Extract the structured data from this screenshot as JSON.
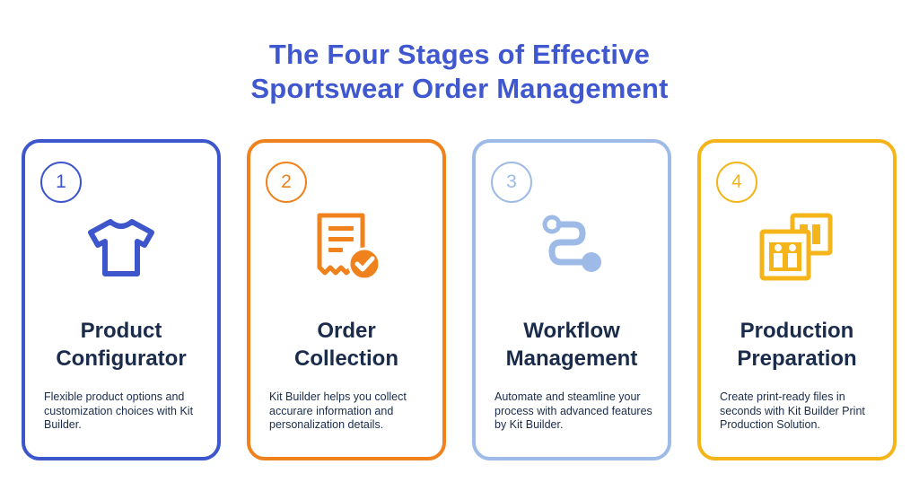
{
  "title": {
    "line1": "The Four Stages of Effective",
    "line2": "Sportswear Order Management"
  },
  "colors": {
    "title": "#3f57cf",
    "stage1": "#3d56cc",
    "stage2": "#f0821e",
    "stage3": "#9dbbe6",
    "stage4": "#f4b41a",
    "text": "#1a2b4b"
  },
  "stages": [
    {
      "number": "1",
      "icon": "tshirt-icon",
      "heading_line1": "Product",
      "heading_line2": "Configurator",
      "description": "Flexible product options and customization choices with Kit Builder."
    },
    {
      "number": "2",
      "icon": "receipt-check-icon",
      "heading_line1": "Order",
      "heading_line2": "Collection",
      "description": "Kit Builder helps you collect accurare information and personalization details."
    },
    {
      "number": "3",
      "icon": "workflow-path-icon",
      "heading_line1": "Workflow",
      "heading_line2": "Management",
      "description": "Automate and steamline your process with advanced features by Kit Builder."
    },
    {
      "number": "4",
      "icon": "print-files-icon",
      "heading_line1": "Production",
      "heading_line2": "Preparation",
      "description": "Create print-ready files in seconds with Kit Builder Print Production Solution."
    }
  ]
}
